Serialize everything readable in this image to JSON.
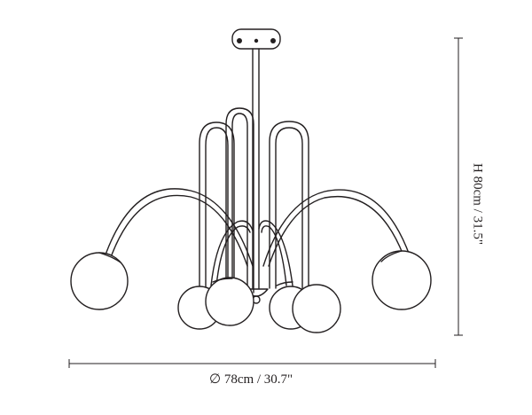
{
  "dimensions": {
    "width_label": "∅ 78cm / 30.7\"",
    "height_label": "H 80cm / 31.5\""
  },
  "colors": {
    "ink": "#231f20",
    "background": "#ffffff"
  },
  "icons": [
    "chandelier-drawing",
    "diameter-symbol"
  ]
}
